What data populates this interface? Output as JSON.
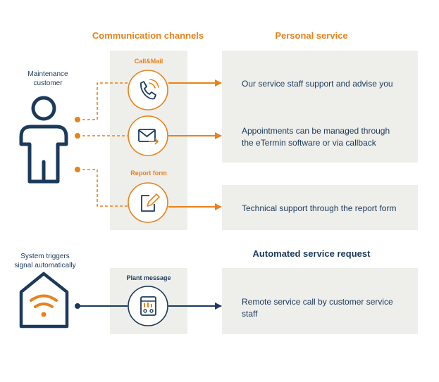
{
  "headers": {
    "communication_channels": "Communication channels",
    "personal_service": "Personal service",
    "automated_service_request": "Automated service request"
  },
  "channel_labels": {
    "call_mail": "Call&Mail",
    "report_form": "Report form",
    "plant_message": "Plant message"
  },
  "actors": {
    "maintenance_customer": [
      "Maintenance",
      "customer"
    ],
    "system_trigger": [
      "System triggers",
      "signal automatically"
    ]
  },
  "services": {
    "staff_support": [
      "Our service staff support and advise you"
    ],
    "appointments": [
      "Appointments can be managed through",
      "the eTermin software or via callback"
    ],
    "technical_support": [
      "Technical support through the report form"
    ],
    "remote_call": [
      "Remote service call by customer service",
      "staff"
    ]
  },
  "colors": {
    "orange": "#e8821a",
    "navy": "#1b3a5c",
    "panel": "#eeeeea"
  },
  "icons": [
    "person-icon",
    "phone-icon",
    "mail-icon",
    "report-form-icon",
    "house-wifi-icon",
    "plant-message-icon"
  ]
}
